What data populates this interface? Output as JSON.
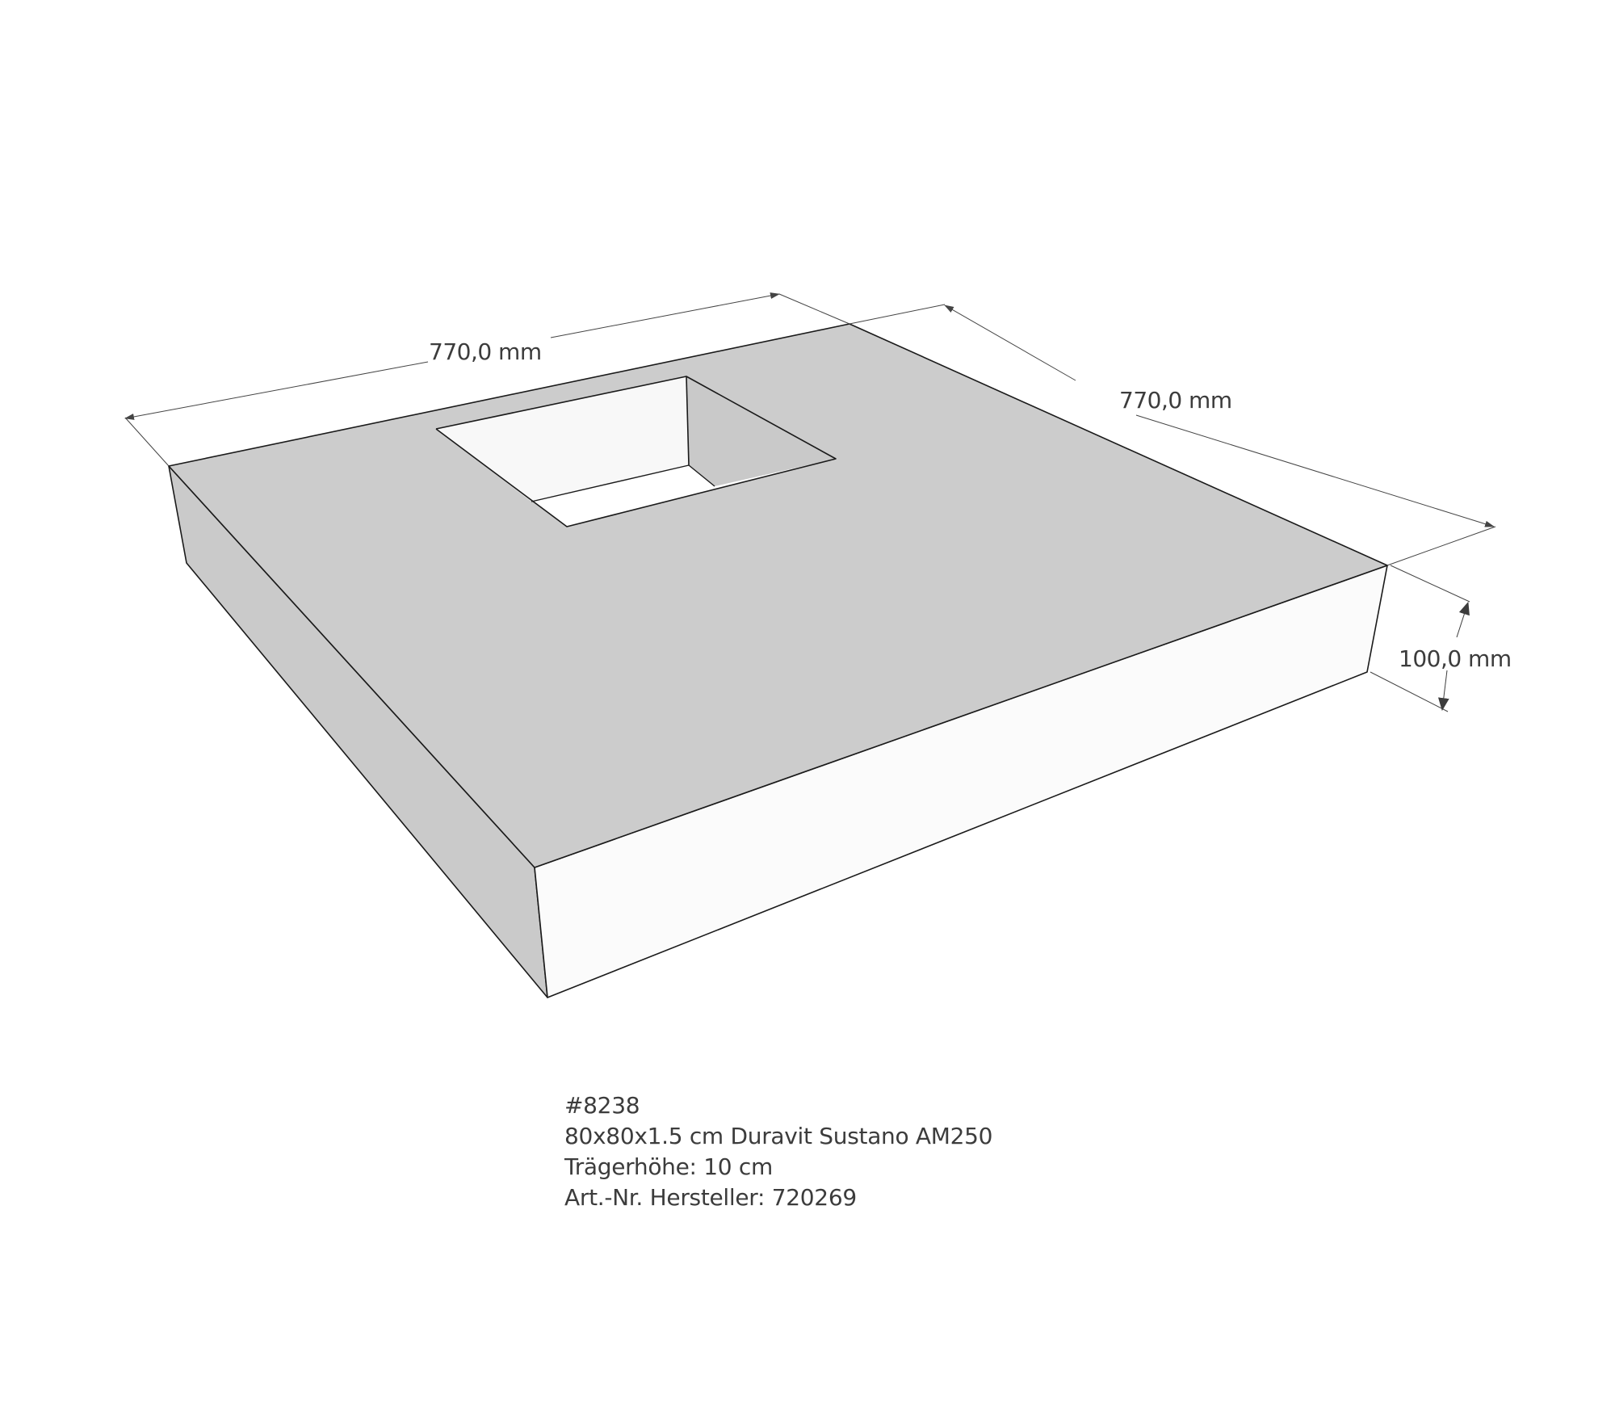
{
  "drawing": {
    "type": "isometric product drawing",
    "object": "shower tray support block with square cutout",
    "colors": {
      "background": "#ffffff",
      "top_face": "#cccccc",
      "left_face": "#cacaca",
      "front_face": "#fbfbfb",
      "hole_back_wall": "#f8f8f8",
      "hole_side_wall": "#c9c9c9",
      "hole_floor": "#ffffff",
      "edge": "#1a1a1a",
      "dimension_line": "#444444",
      "text": "#3c3c3c"
    }
  },
  "dimensions": {
    "width": {
      "label": "770,0 mm",
      "value_mm": 770.0
    },
    "depth": {
      "label": "770,0 mm",
      "value_mm": 770.0
    },
    "height": {
      "label": "100,0 mm",
      "value_mm": 100.0
    }
  },
  "caption": {
    "id_line": "#8238",
    "product_line": "80x80x1.5 cm Duravit Sustano AM250",
    "height_line": "Trägerhöhe: 10 cm",
    "article_line": "Art.-Nr. Hersteller: 720269"
  }
}
